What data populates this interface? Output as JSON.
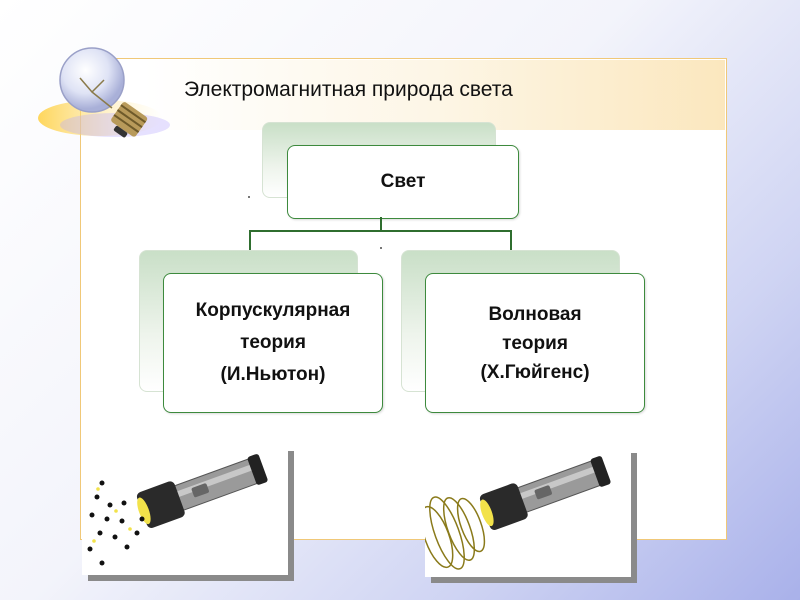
{
  "slide": {
    "title": "Электромагнитная природа света"
  },
  "diagram": {
    "root": {
      "label": "Свет"
    },
    "left": {
      "line1": "Корпускулярная",
      "line2": "теория",
      "line3": "(И.Ньютон)"
    },
    "right": {
      "line1": "Волновая",
      "line2": "теория",
      "line3": "(Х.Гюйгенс)"
    }
  },
  "icons": {
    "bulb": "light-bulb-icon",
    "flashlight_particles": "flashlight-particles-icon",
    "flashlight_waves": "flashlight-waves-icon"
  },
  "colors": {
    "node_border": "#3d8a3d",
    "connector": "#2f6e2f",
    "frame_border": "#f0c878",
    "beam_particles": "#111111",
    "beam_waves": "#8a7a1a"
  }
}
